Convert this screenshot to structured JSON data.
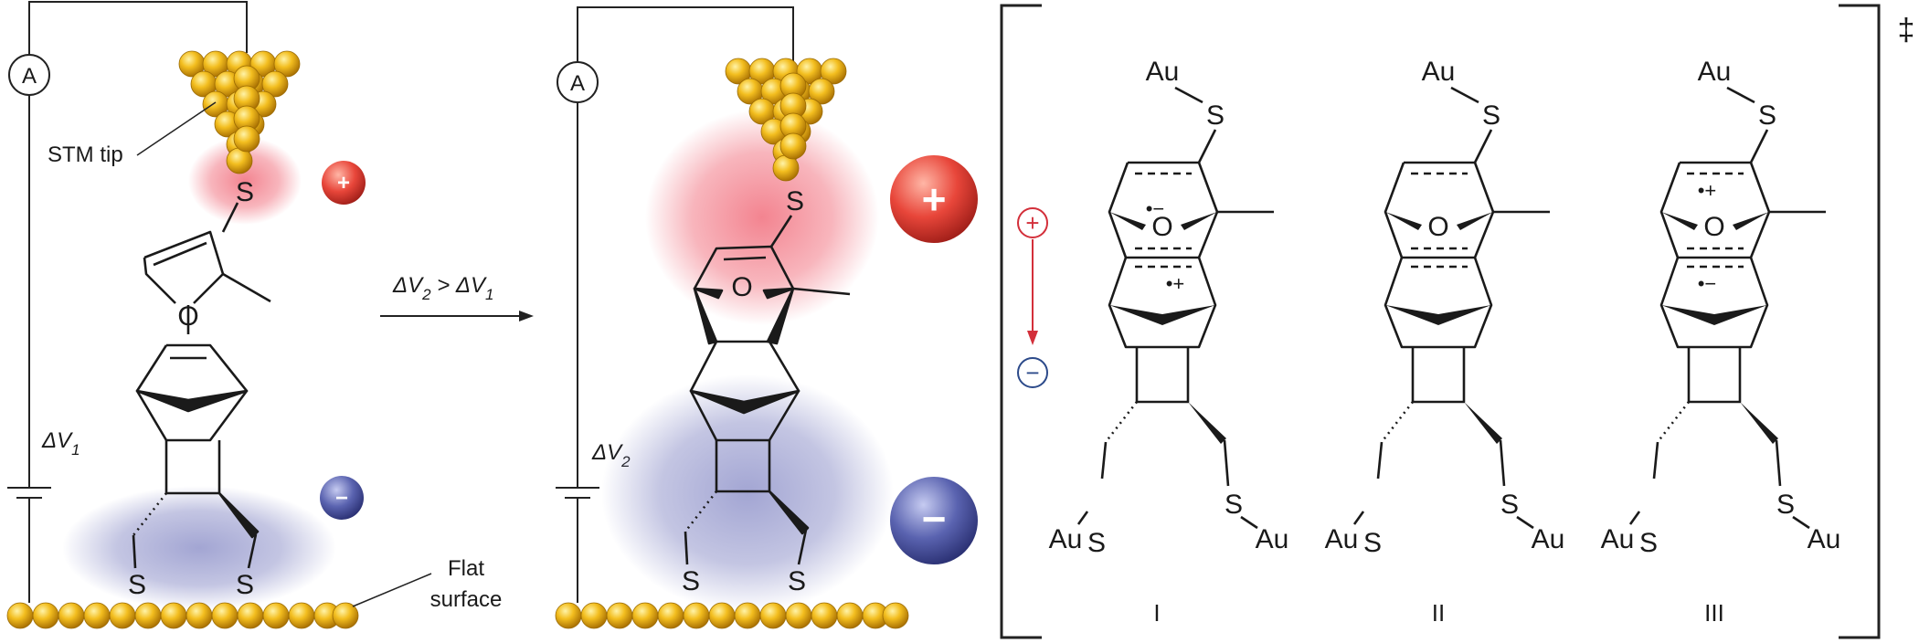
{
  "panel_left": {
    "ammeter": "A",
    "tip_label": "STM tip",
    "surface_label_line1": "Flat",
    "surface_label_line2": "surface",
    "voltage_symbol": "ΔV",
    "voltage_sub": "1",
    "atoms": {
      "s_top": "S",
      "o_ring": "O",
      "s_left": "S",
      "s_right": "S"
    },
    "charges": {
      "plus": "+",
      "minus": "−"
    }
  },
  "transition_arrow": {
    "prefix": "ΔV",
    "sub_a": "2",
    "relation": " > ΔV",
    "sub_b": "1"
  },
  "panel_middle": {
    "ammeter": "A",
    "voltage_symbol": "ΔV",
    "voltage_sub": "2",
    "atoms": {
      "s_top": "S",
      "o_ring": "O",
      "s_left": "S",
      "s_right": "S"
    },
    "charges": {
      "plus": "+",
      "minus": "−"
    }
  },
  "panel_right": {
    "dagger": "‡",
    "polarity": {
      "plus": "+",
      "minus": "−"
    },
    "structures": [
      {
        "numeral": "I",
        "au": "Au",
        "s": "S",
        "o": "O",
        "top_radical": "•−",
        "bottom_radical": "•+"
      },
      {
        "numeral": "II",
        "au": "Au",
        "s": "S",
        "o": "O",
        "top_radical": "",
        "bottom_radical": ""
      },
      {
        "numeral": "III",
        "au": "Au",
        "s": "S",
        "o": "O",
        "top_radical": "•+",
        "bottom_radical": "•−"
      }
    ]
  },
  "colors": {
    "gold": "#f1b81a",
    "gold_dark": "#b07a05",
    "cloud_red": "#ef5b6b",
    "cloud_blue": "#7b7fc0",
    "ball_red": "#e8463a",
    "ball_blue": "#5a63b0",
    "polarity_red": "#d32f3a",
    "polarity_blue": "#2c4a8a"
  }
}
